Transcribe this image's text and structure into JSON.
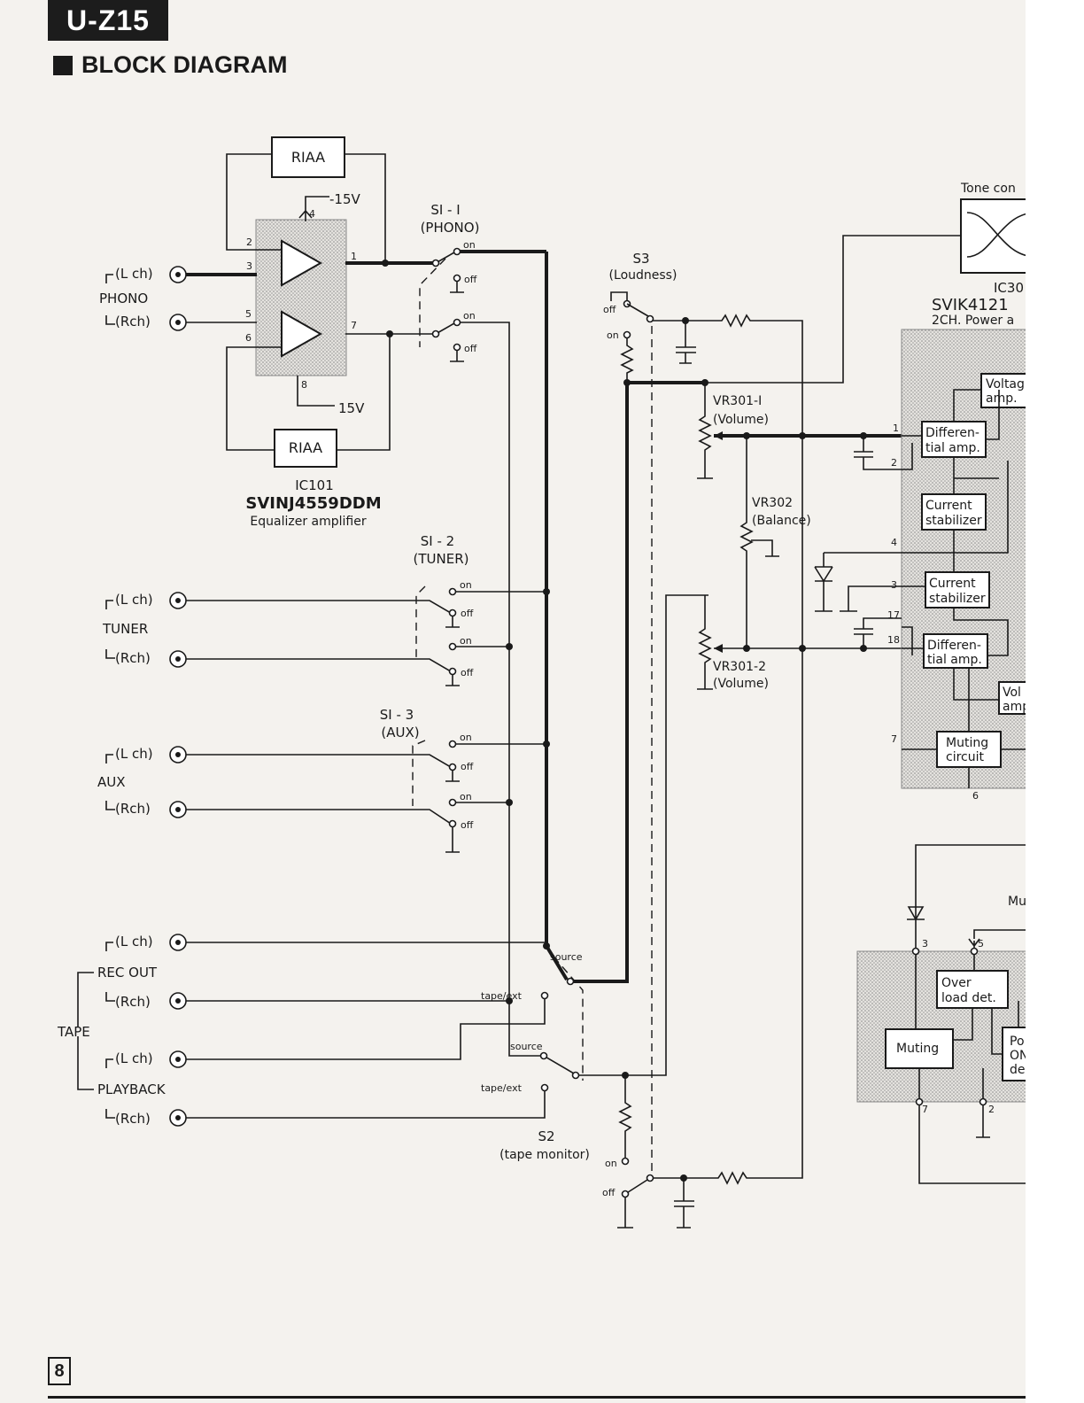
{
  "header": {
    "model": "U-Z15",
    "title": "BLOCK DIAGRAM"
  },
  "page": {
    "number": "8"
  },
  "equalizer": {
    "riaa_top": "RIAA",
    "riaa_bottom": "RIAA",
    "neg_supply": "-15V",
    "pos_supply": "15V",
    "ic_ref": "IC101",
    "ic_part": "SVINJ4559DDM",
    "ic_desc": "Equalizer amplifier",
    "pins": [
      "2",
      "3",
      "5",
      "6",
      "4",
      "8",
      "1",
      "7"
    ]
  },
  "inputs": {
    "phono": {
      "name": "PHONO",
      "lch": "(L ch)",
      "rch": "(Rch)"
    },
    "tuner": {
      "name": "TUNER",
      "lch": "(L ch)",
      "rch": "(Rch)"
    },
    "aux": {
      "name": "AUX",
      "lch": "(L ch)",
      "rch": "(Rch)"
    },
    "tape": {
      "name": "TAPE",
      "rec_out": "REC OUT",
      "playback": "PLAYBACK",
      "rec_lch": "(L ch)",
      "rec_rch": "(Rch)",
      "pb_lch": "(L ch)",
      "pb_rch": "(Rch)"
    }
  },
  "switches": {
    "s1_1": {
      "ref": "SI - I",
      "name": "(PHONO)"
    },
    "s1_2": {
      "ref": "SI - 2",
      "name": "(TUNER)"
    },
    "s1_3": {
      "ref": "SI - 3",
      "name": "(AUX)"
    },
    "s2": {
      "ref": "S2",
      "name": "(tape monitor)"
    },
    "s3": {
      "ref": "S3",
      "name": "(Loudness)"
    },
    "on": "on",
    "off": "off",
    "source": "source",
    "tape_ext": "tape/ext"
  },
  "controls": {
    "vr301_1": {
      "ref": "VR301-I",
      "name": "(Volume)"
    },
    "vr301_2": {
      "ref": "VR301-2",
      "name": "(Volume)"
    },
    "vr302": {
      "ref": "VR302",
      "name": "(Balance)"
    }
  },
  "power_amp": {
    "tone_label": "Tone con",
    "ic_ref": "IC30",
    "ic_part": "SVIK4121",
    "ic_desc": "2CH. Power a",
    "blocks": {
      "voltage_amp_top_1": "Voltag",
      "voltage_amp_top_2": "amp.",
      "diff_amp_1_a": "Differen-",
      "diff_amp_1_b": "tial amp.",
      "current_stab_1_a": "Current",
      "current_stab_1_b": "stabilizer",
      "current_stab_2_a": "Current",
      "current_stab_2_b": "stabilizer",
      "diff_amp_2_a": "Differen-",
      "diff_amp_2_b": "tial amp.",
      "voltage_amp_bot_1": "Vol",
      "voltage_amp_bot_2": "amp",
      "muting_circuit_a": "Muting",
      "muting_circuit_b": "circuit"
    },
    "pins": [
      "1",
      "2",
      "4",
      "3",
      "17",
      "18",
      "7",
      "6"
    ]
  },
  "protection": {
    "label": "Mu",
    "overload_a": "Over",
    "overload_b": "load det.",
    "muting": "Muting",
    "power_on_a": "Po",
    "power_on_b": "ON",
    "power_on_c": "de",
    "pins": [
      "3",
      "5",
      "7",
      "2"
    ]
  }
}
